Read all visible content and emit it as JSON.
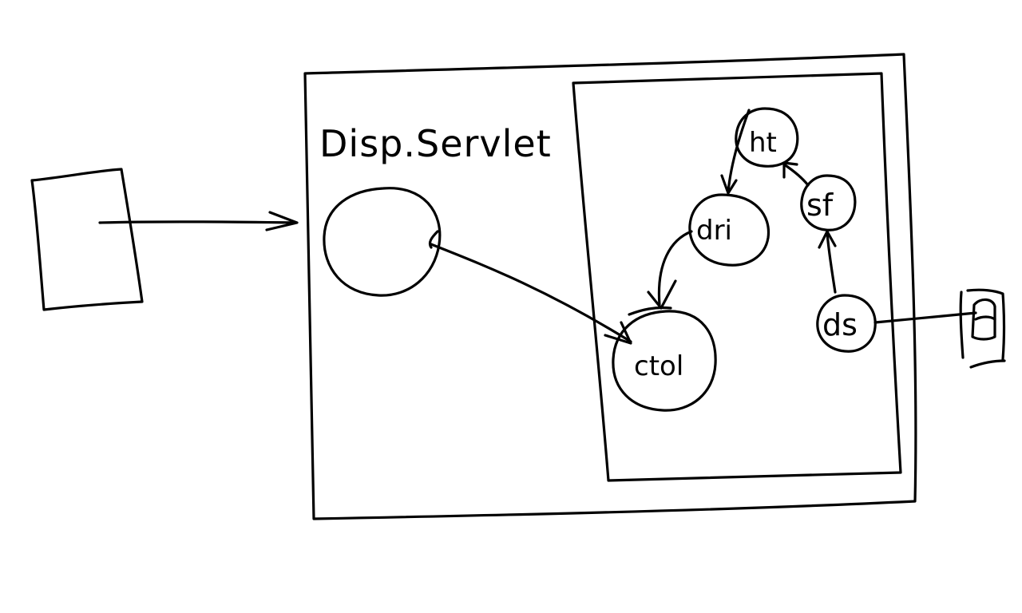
{
  "diagram": {
    "title": "Disp.Servlet",
    "nodes": {
      "ht": {
        "label": "ht"
      },
      "dri": {
        "label": "dri"
      },
      "sf": {
        "label": "sf"
      },
      "ctol": {
        "label": "ctol"
      },
      "ds": {
        "label": "ds"
      }
    }
  }
}
